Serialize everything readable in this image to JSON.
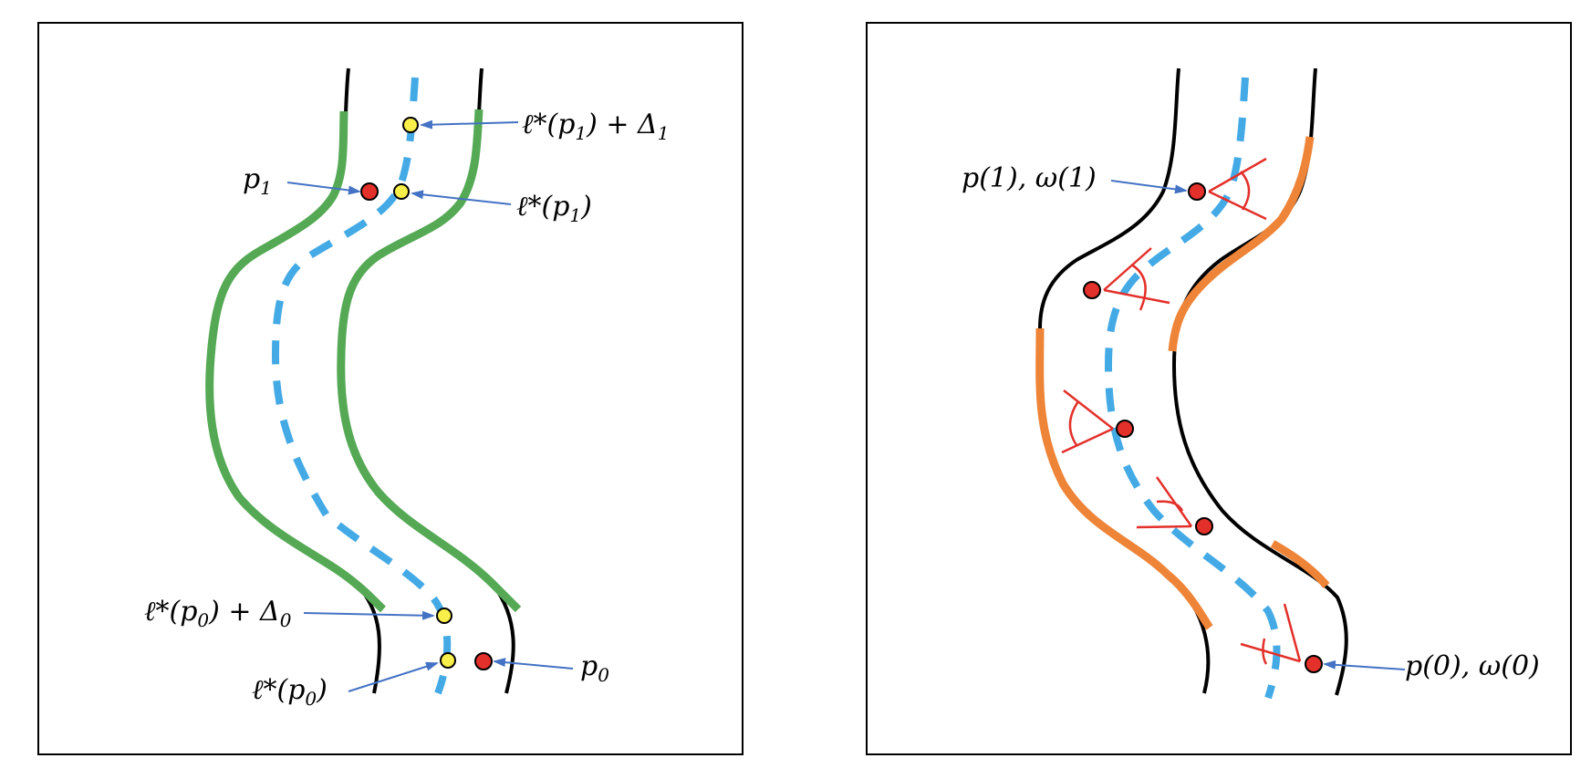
{
  "colors": {
    "road_edge": "#000000",
    "lane_center": "#44AAE5",
    "lane_boundary_highlight": "#55A955",
    "violation_highlight": "#EE8437",
    "vehicle_point": "#E3302A",
    "target_point": "#F8EF4A",
    "arrow": "#4472C4",
    "heading_marker": "#E3302A",
    "panel_border": "#000000"
  },
  "left_panel": {
    "labels": {
      "p1_main": "p",
      "p1_sub": "1",
      "p0_main": "p",
      "p0_sub": "0",
      "ell_p1": "ℓ*(p",
      "ell_p1_sub": "1",
      "ell_p1_tail": ")",
      "ell_p1_delta": "ℓ*(p",
      "ell_p1_delta_sub": "1",
      "ell_p1_delta_tail": ") + Δ",
      "ell_p1_delta_sub2": "1",
      "ell_p0": "ℓ*(p",
      "ell_p0_sub": "0",
      "ell_p0_tail": ")",
      "ell_p0_delta": "ℓ*(p",
      "ell_p0_delta_sub": "0",
      "ell_p0_delta_tail": ") + Δ",
      "ell_p0_delta_sub2": "0"
    }
  },
  "right_panel": {
    "labels": {
      "start": "p(0), ω(0)",
      "end": "p(1), ω(1)"
    }
  }
}
